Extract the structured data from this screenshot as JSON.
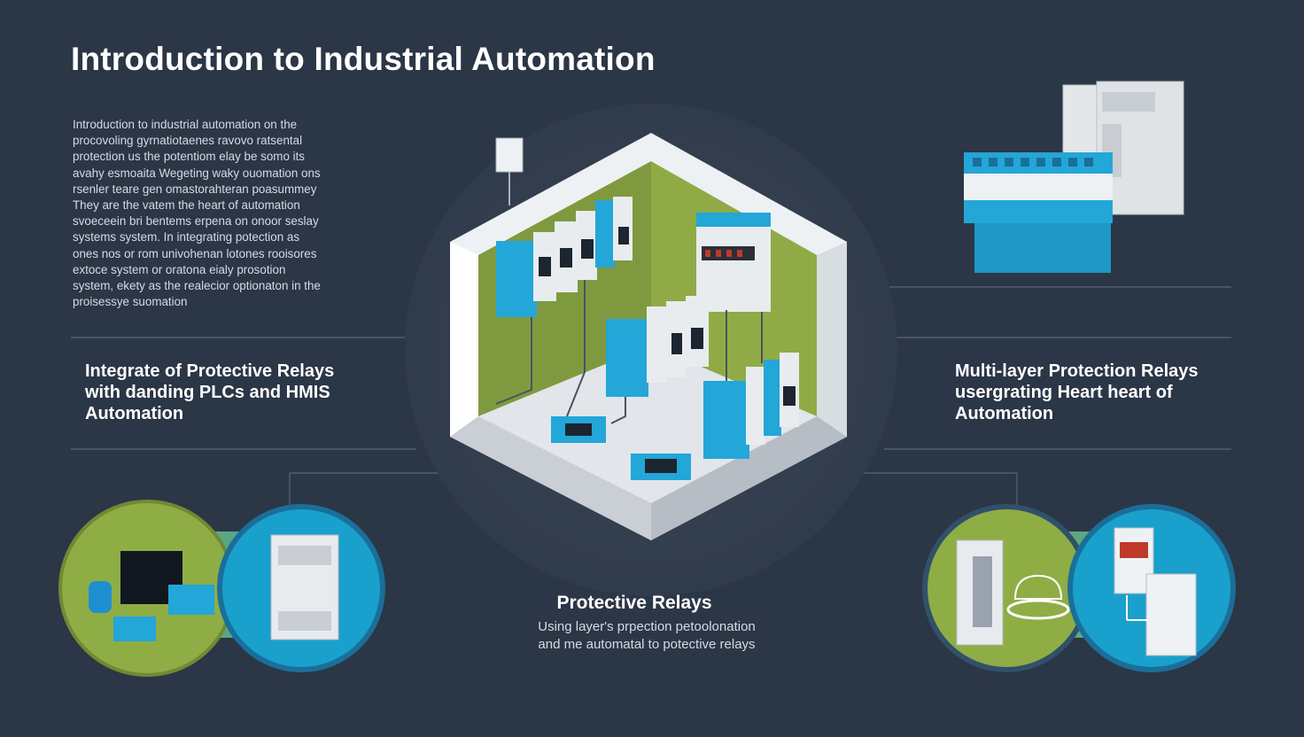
{
  "title": "Introduction to Industrial Automation",
  "intro_lines": [
    "Introduction to industrial automation on the",
    "procovoling gyrnatiotaenes ravovo ratsental",
    "protection us the potentiom elay be somo its",
    "avahy esmoaita Wegeting waky ouomation ons",
    "rsenler teare gen omastorahteran poasummey",
    "They are the vatem the heart of automation",
    "svoeceein bri bentems erpena on onoor seslay",
    "systems system. In integrating potection as",
    "ones nos or rom univohenan lotones rooisores",
    "extoce system or oratona eialy prosotion",
    "system, ekety as the realecior optionaton in the",
    "proisessye suomation"
  ],
  "left_section": {
    "title_lines": [
      "Integrate of Protective Relays",
      "with danding PLCs and HMIS",
      "Automation"
    ]
  },
  "right_section": {
    "title_lines": [
      "Multi-layer Protection Relays",
      "usergrating Heart heart of",
      "Automation"
    ]
  },
  "center_section": {
    "title": "Protective Relays",
    "subtitle_lines": [
      "Using layer's prpection petoolonation",
      "and me automatal to potective relays"
    ]
  },
  "colors": {
    "background": "#2b3646",
    "accent_blue": "#23a6d8",
    "accent_green": "#8fad45",
    "text_muted": "#d6dbe2"
  }
}
